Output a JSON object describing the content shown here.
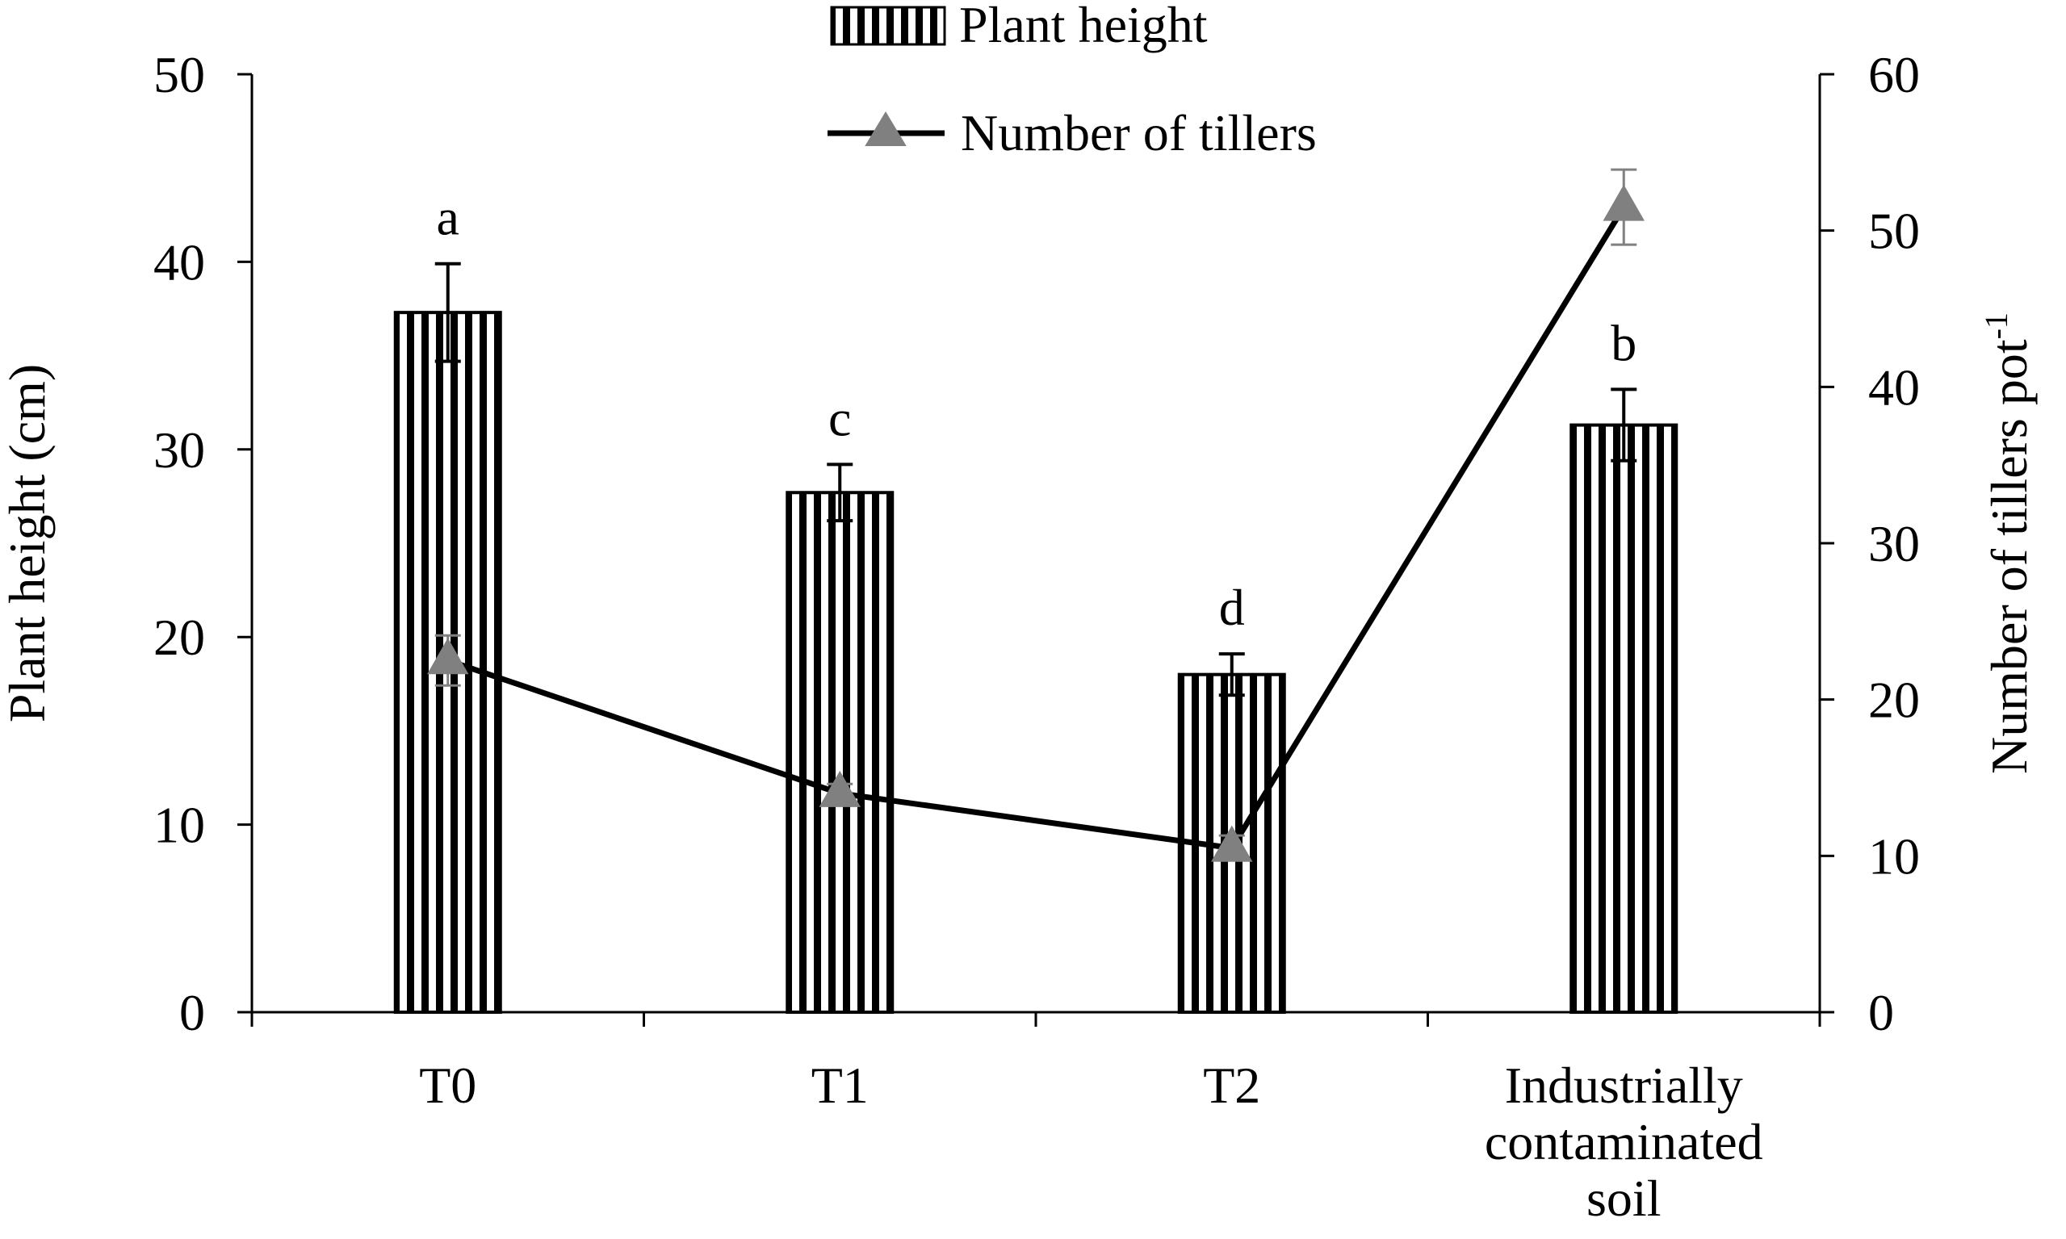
{
  "chart_data": {
    "type": "bar",
    "categories": [
      "T0",
      "T1",
      "T2",
      "Industrially contaminated soil"
    ],
    "category_label_lines": [
      [
        "T0"
      ],
      [
        "T1"
      ],
      [
        "T2"
      ],
      [
        "Industrially",
        "contaminated",
        "soil"
      ]
    ],
    "series": [
      {
        "name": "Plant height",
        "kind": "bar",
        "axis": "left",
        "values": [
          37.3,
          27.7,
          18.0,
          31.3
        ],
        "errors": [
          2.6,
          1.5,
          1.1,
          1.9
        ],
        "significance": [
          "a",
          "c",
          "d",
          "b"
        ]
      },
      {
        "name": "Number of tillers",
        "kind": "line",
        "axis": "right",
        "marker": "triangle",
        "values": [
          22.5,
          14.0,
          10.5,
          51.5
        ],
        "errors": [
          1.6,
          0.6,
          0.8,
          2.4
        ]
      }
    ],
    "ylabel": "Plant height (cm)",
    "ylabel_right": "Number of tillers pot",
    "ylabel_right_superscript": "-1",
    "ylim": [
      0,
      50
    ],
    "ylim_right": [
      0,
      60
    ],
    "yticks": [
      "0",
      "10",
      "20",
      "30",
      "40",
      "50"
    ],
    "yticks_right": [
      "0",
      "10",
      "20",
      "30",
      "40",
      "50",
      "60"
    ],
    "legend_position": "top-center",
    "grid": false
  },
  "colors": {
    "bar_stripe": "#000000",
    "bar_background": "#ffffff",
    "line": "#000000",
    "marker": "#808080",
    "marker_error": "#808080"
  }
}
